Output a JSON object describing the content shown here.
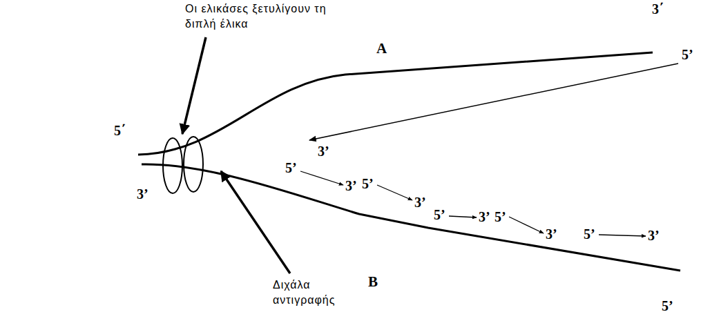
{
  "diagram": {
    "labels": [
      "Οι ελικάσες ξετυλίγουν τη διπλή έλικα",
      "5΄",
      "3΄",
      "A",
      "5’",
      "3’",
      "5’",
      "3’",
      "5’",
      "3’",
      "5’",
      "3’",
      "5’",
      "3’",
      "5’",
      "3’",
      "B",
      "3’",
      "Διχάλα αντιγραφής",
      "5’"
    ]
  }
}
